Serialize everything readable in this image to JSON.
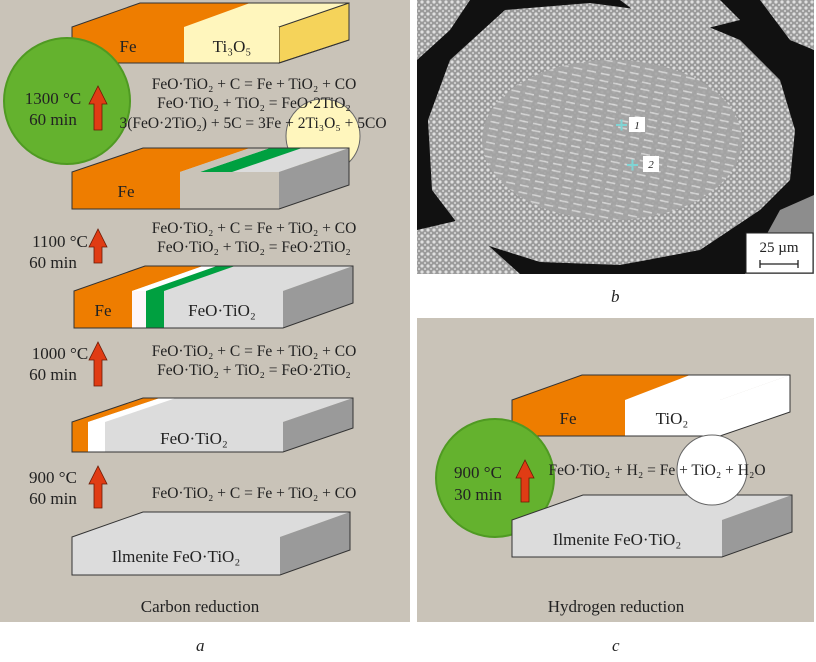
{
  "panel_a": {
    "caption": "Carbon reduction",
    "letter": "a",
    "steps": [
      {
        "temp": "1300 °C",
        "time": "60 min",
        "eqs": [
          "FeO·TiO₂ + C = Fe + TiO₂ + CO",
          "FeO·TiO₂ + TiO₂ = FeO·2TiO₂",
          "3(FeO·2TiO₂) + 5C = 3Fe + 2Ti₃O₅ + 5CO"
        ]
      },
      {
        "temp": "1100 °C",
        "time": "60 min",
        "eqs": [
          "FeO·TiO₂ + C = Fe + TiO₂ + CO",
          "FeO·TiO₂ + TiO₂ = FeO·2TiO₂"
        ]
      },
      {
        "temp": "1000 °C",
        "time": "60 min",
        "eqs": [
          "FeO·TiO₂ + C = Fe + TiO₂ + CO",
          "FeO·TiO₂ + TiO₂ = FeO·2TiO₂"
        ]
      },
      {
        "temp": "900 °C",
        "time": "60 min",
        "eqs": [
          "FeO·TiO₂ + C = Fe + TiO₂ + CO"
        ]
      }
    ],
    "blocks": {
      "b1_fe": "Fe",
      "b1_ti": "Ti₃O₅",
      "b2_fe": "Fe",
      "b3_fe": "Fe",
      "b3_feo": "FeO·TiO₂",
      "b4_feo": "FeO·TiO₂",
      "b5": "Ilmenite FeO·TiO₂"
    }
  },
  "panel_b": {
    "letter": "b",
    "marker1": "1",
    "marker2": "2",
    "scale": "25 µm"
  },
  "panel_c": {
    "caption": "Hydrogen reduction",
    "letter": "c",
    "temp": "900 °C",
    "time": "30 min",
    "eq": "FeO·TiO₂ + H₂ = Fe + TiO₂ + H₂O",
    "top_fe": "Fe",
    "top_ti": "TiO₂",
    "bottom": "Ilmenite FeO·TiO₂"
  },
  "colors": {
    "bg": "#c9c3b8",
    "orange": "#ee7d00",
    "green": "#62b22f",
    "stripe_green": "#00a040",
    "yellow": "#fff6bd",
    "red": "#e03c14"
  }
}
